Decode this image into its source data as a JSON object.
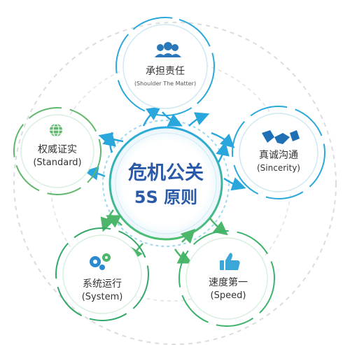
{
  "center": {
    "title_line1": "危机公关",
    "title_line2": "5S 原则"
  },
  "principles": [
    {
      "id": "shoulder",
      "label_cn": "承担责任",
      "label_en": "(Shoulder The Matter)",
      "icon": "people-icon",
      "color": "#2aa8dc"
    },
    {
      "id": "sincerity",
      "label_cn": "真诚沟通",
      "label_en": "(Sincerity)",
      "icon": "handshake-icon",
      "color": "#1e88c8"
    },
    {
      "id": "speed",
      "label_cn": "速度第一",
      "label_en": "(Speed)",
      "icon": "thumbs-up-icon",
      "color": "#3bb36a"
    },
    {
      "id": "system",
      "label_cn": "系统运行",
      "label_en": "(System)",
      "icon": "gears-icon",
      "color": "#34a868"
    },
    {
      "id": "standard",
      "label_cn": "权威证实",
      "label_en": "(Standard)",
      "icon": "globe-icon",
      "color": "#5fb86c"
    }
  ],
  "colors": {
    "center_text": "#2b5aa8",
    "text": "#333333",
    "blue": "#29a7dc",
    "green": "#4cb76a"
  }
}
